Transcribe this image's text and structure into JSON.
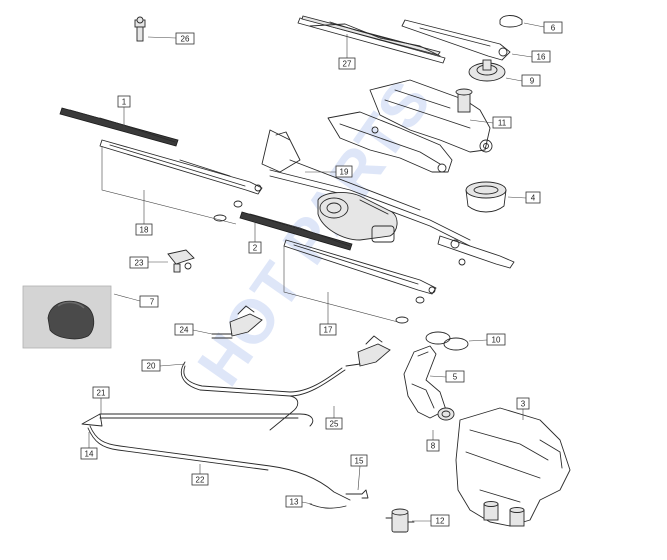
{
  "watermark": "HOT PARTS",
  "colors": {
    "line": "#2a2a2a",
    "watermark": "#b8c9f0",
    "photo_bg": "#d4d4d4",
    "cap": "#4a4a4a"
  },
  "callouts": {
    "c1": "1",
    "c2": "2",
    "c3": "3",
    "c4": "4",
    "c5": "5",
    "c6": "6",
    "c7": "7",
    "c8": "8",
    "c9": "9",
    "c10": "10",
    "c11": "11",
    "c12": "12",
    "c13": "13",
    "c14": "14",
    "c15": "15",
    "c16": "16",
    "c17": "17",
    "c18": "18",
    "c19": "19",
    "c20": "20",
    "c21": "21",
    "c22": "22",
    "c23": "23",
    "c24": "24",
    "c25": "25",
    "c26": "26",
    "c27": "27"
  }
}
